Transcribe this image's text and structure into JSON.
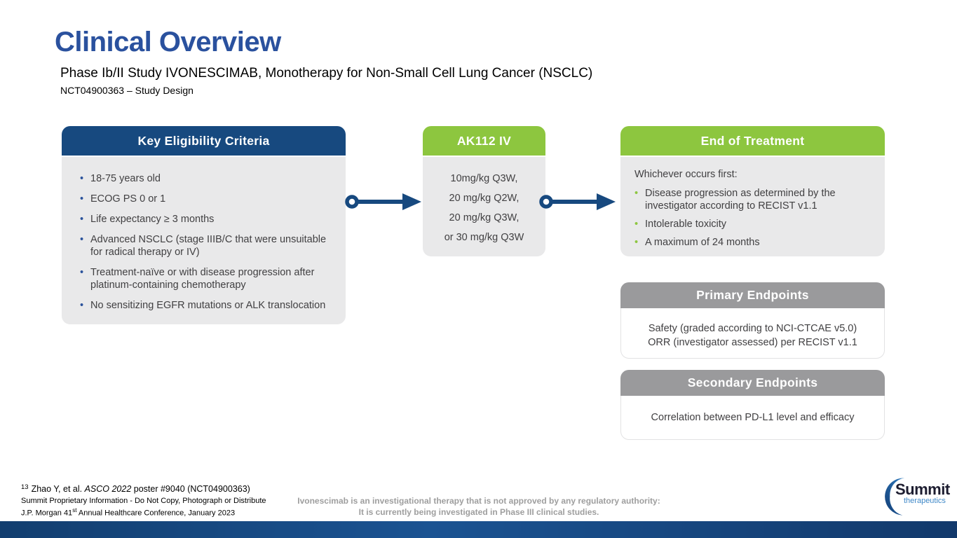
{
  "slide": {
    "title": "Clinical Overview",
    "subtitle": "Phase Ib/II Study IVONESCIMAB, Monotherapy for Non-Small Cell Lung Cancer (NSCLC)",
    "study_id_line": "NCT04900363 – Study Design"
  },
  "colors": {
    "title_blue": "#2A519E",
    "header_blue": "#17497F",
    "accent_green": "#8DC63F",
    "header_gray": "#9A9A9C",
    "body_bg": "#E9E9EA",
    "body_text": "#414042",
    "footer_gray": "#9E9E9E",
    "bottom_bar_blue": "#164478"
  },
  "eligibility": {
    "header": "Key Eligibility Criteria",
    "items": [
      "18-75 years old",
      "ECOG PS 0 or 1",
      "Life expectancy ≥ 3 months",
      "Advanced NSCLC (stage IIIB/C that were unsuitable for radical therapy or IV)",
      "Treatment-naïve or with disease progression after platinum-containing chemotherapy",
      "No sensitizing EGFR mutations or ALK translocation"
    ]
  },
  "dosing": {
    "header": "AK112 IV",
    "lines": [
      "10mg/kg Q3W,",
      "20 mg/kg Q2W,",
      "20 mg/kg Q3W,",
      "or 30 mg/kg Q3W"
    ]
  },
  "end_of_treatment": {
    "header": "End of Treatment",
    "intro": "Whichever occurs first:",
    "items": [
      "Disease progression as determined by the investigator according to RECIST v1.1",
      "Intolerable toxicity",
      "A maximum of 24 months"
    ]
  },
  "primary_endpoints": {
    "header": "Primary Endpoints",
    "lines": [
      "Safety (graded according to NCI-CTCAE v5.0)",
      "ORR (investigator assessed) per RECIST v1.1"
    ]
  },
  "secondary_endpoints": {
    "header": "Secondary Endpoints",
    "lines": [
      "Correlation between PD-L1 level and efficacy"
    ]
  },
  "footer": {
    "reference": {
      "num": "13",
      "pre": "Zhao Y, et al. ",
      "italic": "ASCO 2022",
      "post": " poster #9040 (NCT04900363)"
    },
    "proprietary": "Summit Proprietary Information - Do Not Copy, Photograph or Distribute",
    "conference": {
      "pre": "J.P. Morgan 41",
      "sup": "st",
      "post": " Annual Healthcare Conference, January 2023"
    },
    "disclaimer_line1": "Ivonescimab is an investigational therapy that is not approved by any regulatory authority:",
    "disclaimer_line2": "It is currently being investigated in Phase III clinical studies."
  },
  "logo": {
    "name": "Summit",
    "sub": "therapeutics"
  }
}
